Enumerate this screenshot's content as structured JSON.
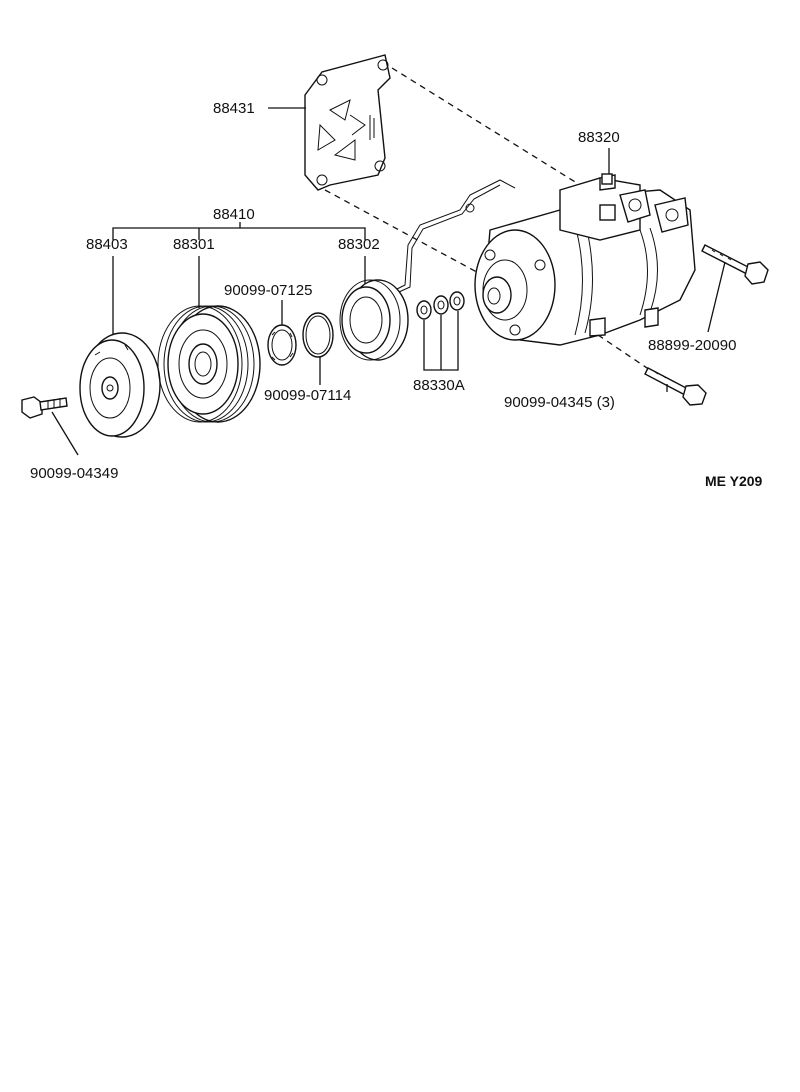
{
  "parts": {
    "bracket": "88431",
    "compressor": "88320",
    "clutch_assy": "88410",
    "pressure_plate": "88403",
    "pulley": "88301",
    "stator": "88302",
    "snap_ring_a": "90099-07125",
    "snap_ring_b": "90099-07114",
    "shims": "88330A",
    "bolt_long": "88899-20090",
    "bolt_comp": "90099-04345 (3)",
    "bolt_front": "90099-04349"
  },
  "diagram_code": "ME Y209"
}
